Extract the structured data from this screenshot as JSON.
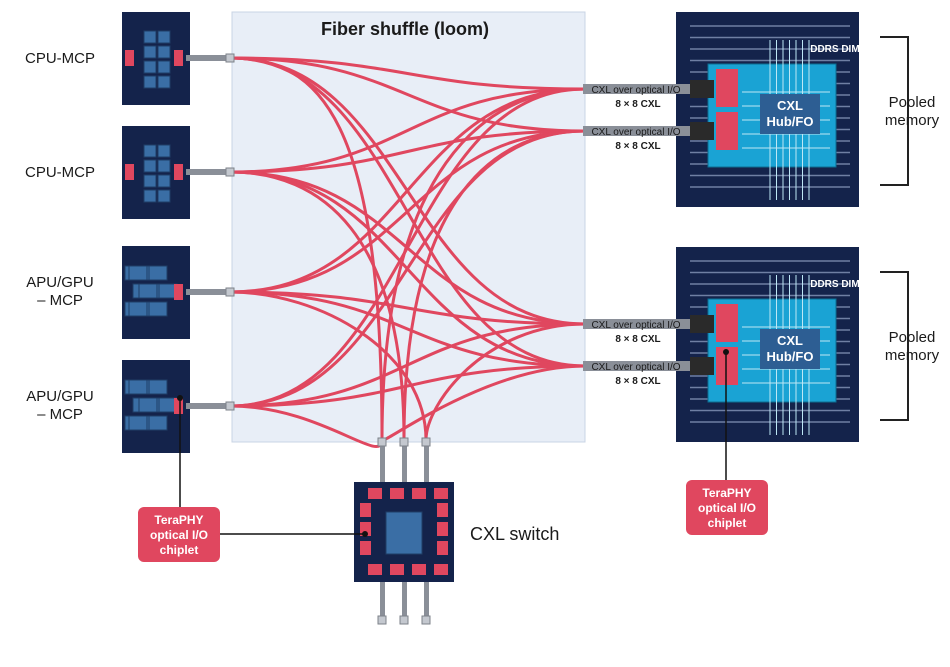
{
  "title": "Fiber shuffle (loom)",
  "sources": [
    {
      "label": "CPU-MCP",
      "kind": "cpu"
    },
    {
      "label": "CPU-MCP",
      "kind": "cpu"
    },
    {
      "label": [
        "APU/GPU",
        "– MCP"
      ],
      "kind": "gpu"
    },
    {
      "label": [
        "APU/GPU",
        "– MCP"
      ],
      "kind": "gpu"
    }
  ],
  "memory_ports": [
    {
      "line1": "CXL over optical I/O",
      "line2": "8 × 8 CXL"
    },
    {
      "line1": "CXL over optical I/O",
      "line2": "8 × 8 CXL"
    },
    {
      "line1": "CXL over optical I/O",
      "line2": "8 × 8 CXL"
    },
    {
      "line1": "CXL over optical I/O",
      "line2": "8 × 8 CXL"
    }
  ],
  "memory_modules": [
    {
      "dimm_label": "DDRS DIMM",
      "hub_label": [
        "CXL",
        "Hub/FO"
      ],
      "pool_label": [
        "Pooled",
        "memory"
      ]
    },
    {
      "dimm_label": "DDRS DIMM",
      "hub_label": [
        "CXL",
        "Hub/FO"
      ],
      "pool_label": [
        "Pooled",
        "memory"
      ]
    }
  ],
  "switch_label": "CXL switch",
  "callouts": [
    {
      "text": [
        "TeraPHY",
        "optical I/O",
        "chiplet"
      ]
    },
    {
      "text": [
        "TeraPHY",
        "optical I/O",
        "chiplet"
      ]
    }
  ],
  "colors": {
    "fiber": "#e0475f",
    "chip_dark": "#14234b",
    "die": "#3a6ea5",
    "chiplet": "#e0475f",
    "loom_bg": "#e8eef7",
    "hub_bg": "#1aa3d4"
  }
}
